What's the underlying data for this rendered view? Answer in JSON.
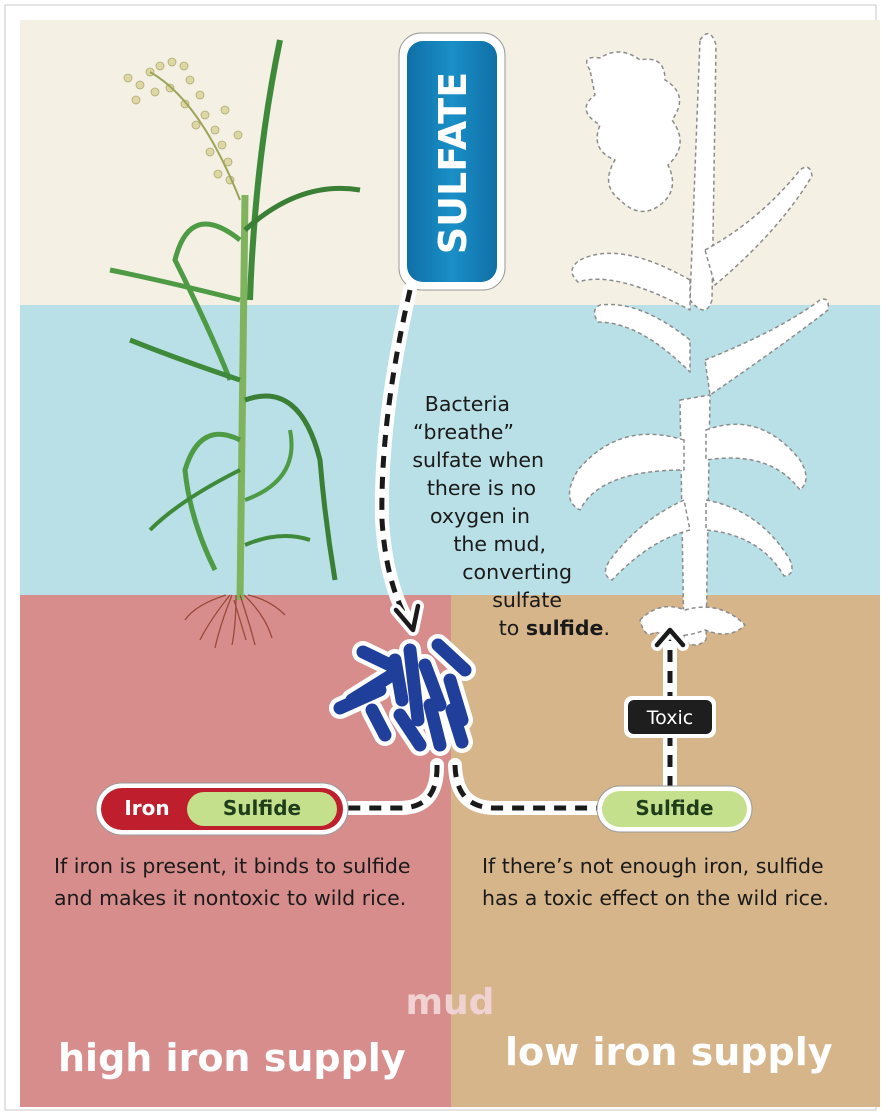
{
  "labels": {
    "sulfate": "SULFATE",
    "toxic": "Toxic",
    "iron": "Iron",
    "sulfide_left": "Sulfide",
    "sulfide_right": "Sulfide",
    "mud": "mud",
    "high_iron": "high iron supply",
    "low_iron": "low iron supply"
  },
  "bacteria_text": {
    "lines": [
      "Bacteria",
      "“breathe”",
      "sulfate when",
      "there is no",
      "oxygen in",
      "the mud,",
      "converting",
      "sulfate"
    ],
    "last_prefix": "to ",
    "last_bold": "sulfide",
    "last_suffix": "."
  },
  "left_caption": "If iron is present, it binds to sulfide and makes it nontoxic to wild rice.",
  "right_caption": "If there’s not enough iron, sulfide has a toxic effect on the wild rice.",
  "colors": {
    "air": "#f4f0e4",
    "water": "#b9e0e6",
    "mud_high_iron": "#d88d8d",
    "mud_low_iron": "#d6b58b",
    "sulfate_box": "#1a86bd",
    "iron_red": "#bf1e2d",
    "sulfide_green": "#c4e08c",
    "bacteria": "#1f3f9b",
    "toxic_box": "#1e1e1e"
  }
}
